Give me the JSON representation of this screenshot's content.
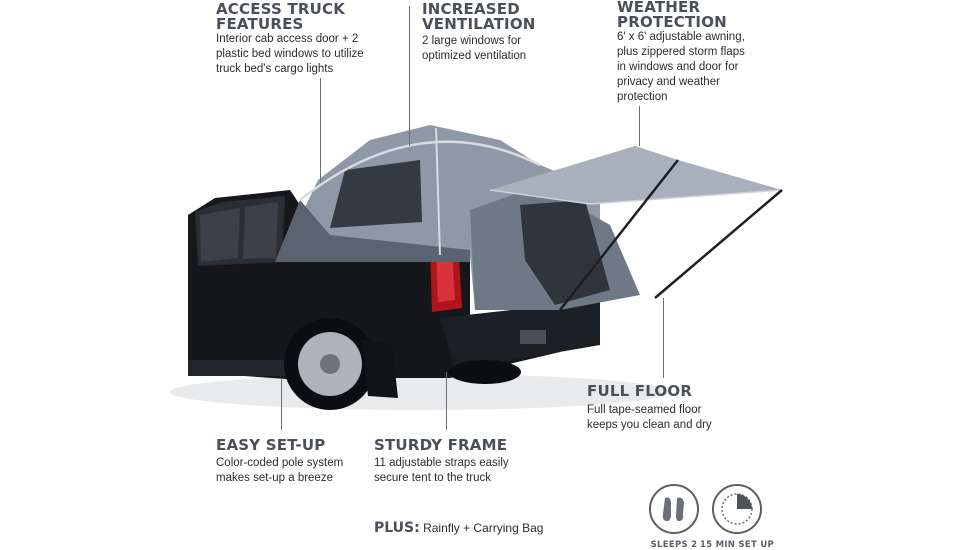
{
  "features": [
    {
      "title": "ACCESS TRUCK\nFEATURES",
      "desc": "Interior cab access door + 2\nplastic bed windows to utilize\ntruck bed's cargo lights"
    },
    {
      "title": "INCREASED\nVENTILATION",
      "desc": "2 large windows for\noptimized ventilation"
    },
    {
      "title": "WEATHER\nPROTECTION",
      "desc": "6' x 6' adjustable awning,\nplus zippered storm flaps\nin windows and door for\nprivacy and weather\nprotection"
    },
    {
      "title": "FULL FLOOR",
      "desc": "Full tape-seamed floor\nkeeps you clean and dry"
    },
    {
      "title": "EASY SET-UP",
      "desc": "Color-coded pole system\nmakes set-up a breeze"
    },
    {
      "title": "STURDY FRAME",
      "desc": "11 adjustable straps easily\nsecure tent to the truck"
    }
  ],
  "plus": {
    "label": "PLUS:",
    "text": "Rainfly + Carrying Bag"
  },
  "badges": [
    {
      "label": "SLEEPS 2",
      "icon": "feet-icon"
    },
    {
      "label": "15 MIN SET UP",
      "icon": "clock-icon"
    }
  ],
  "colors": {
    "truck": "#15171b",
    "tent_body": "#8e98a6",
    "tent_dark": "#3a4048",
    "awning": "#a8b0bb",
    "heading": "#4a4f58"
  }
}
